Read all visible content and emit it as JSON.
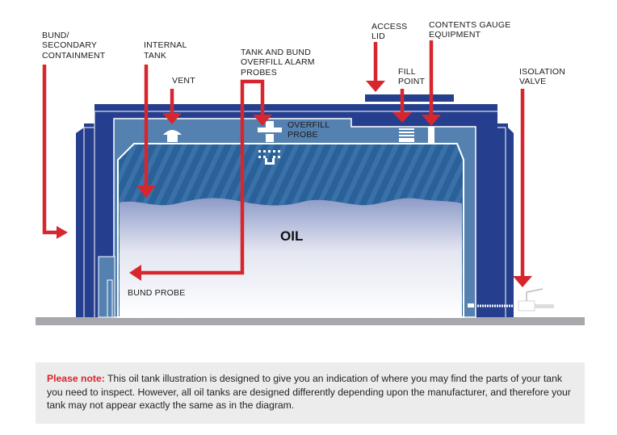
{
  "labels": {
    "bund": [
      "BUND/",
      "SECONDARY",
      "CONTAINMENT"
    ],
    "internal_tank": [
      "INTERNAL",
      "TANK"
    ],
    "vent": [
      "VENT"
    ],
    "alarm_probes": [
      "TANK AND BUND",
      "OVERFILL ALARM",
      "PROBES"
    ],
    "access_lid": [
      "ACCESS",
      "LID"
    ],
    "fill_point": [
      "FILL",
      "POINT"
    ],
    "gauge": [
      "CONTENTS GAUGE",
      "EQUIPMENT"
    ],
    "isolation_valve": [
      "ISOLATION",
      "VALVE"
    ],
    "overfill_probe": [
      "OVERFILL",
      "PROBE"
    ],
    "bund_probe": "BUND PROBE",
    "oil": "OIL"
  },
  "note": {
    "prefix": "Please note:",
    "text": "This oil tank illustration is designed to give you an indication of where you may find the parts of your tank you need to inspect. However, all oil tanks are designed differently depending upon the manufacturer, and therefore your tank may not appear exactly the same as in the diagram."
  },
  "colors": {
    "bund": "#253f8e",
    "tank": "#5581b0",
    "arrow": "#d7262e",
    "ground": "#a7a8ab",
    "note_bg": "#ececec"
  }
}
